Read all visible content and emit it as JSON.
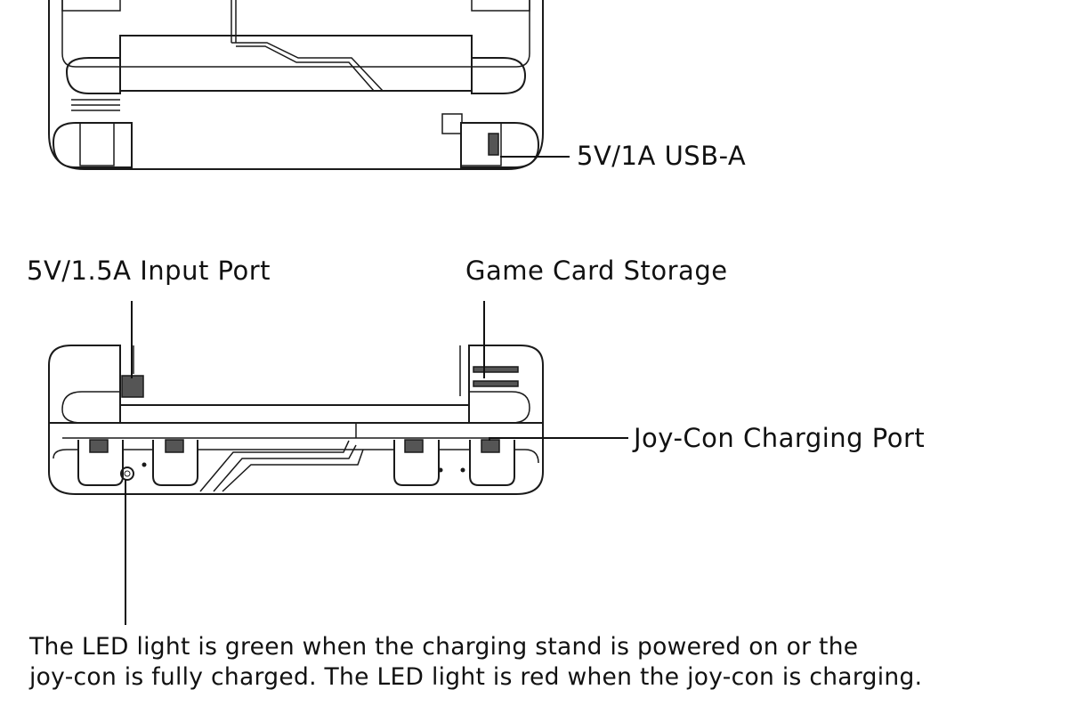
{
  "callouts": {
    "usb_output": "5V/1A USB-A",
    "input_port": "5V/1.5A Input Port",
    "game_card_storage": "Game Card Storage",
    "joycon_charging_port": "Joy-Con Charging Port"
  },
  "note": {
    "line1": "The LED light is green when the charging stand is powered on or the",
    "line2": "joy-con is fully charged. The LED light is red when the joy-con is charging."
  }
}
